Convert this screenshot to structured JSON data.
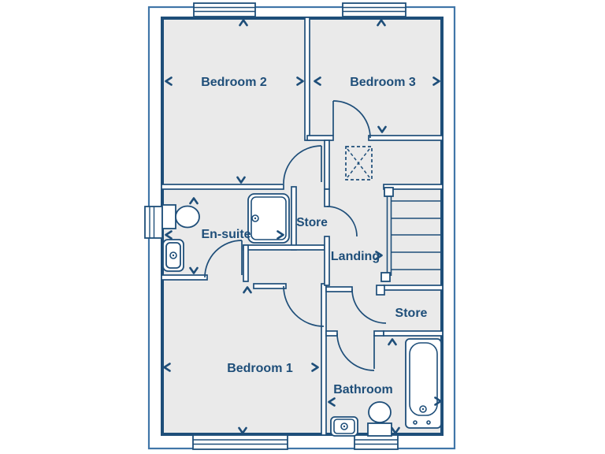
{
  "plan": {
    "type": "upper-floor floor plan",
    "colors": {
      "wall": "#1E4E79",
      "outer_frame": "#4076A8",
      "floor_fill": "#EAEAEA",
      "background": "#FFFFFF",
      "label_text": "#1E4E79"
    },
    "rooms": [
      {
        "id": "bedroom2",
        "label": "Bedroom 2"
      },
      {
        "id": "bedroom3",
        "label": "Bedroom 3"
      },
      {
        "id": "ensuite",
        "label": "En-suite"
      },
      {
        "id": "store_middle",
        "label": "Store"
      },
      {
        "id": "landing",
        "label": "Landing"
      },
      {
        "id": "store_understairs",
        "label": "Store"
      },
      {
        "id": "bedroom1",
        "label": "Bedroom 1"
      },
      {
        "id": "bathroom",
        "label": "Bathroom"
      }
    ],
    "fixtures": [
      "toilet",
      "basin",
      "shower",
      "bath",
      "staircase",
      "loft-hatch",
      "windows",
      "doors"
    ]
  }
}
